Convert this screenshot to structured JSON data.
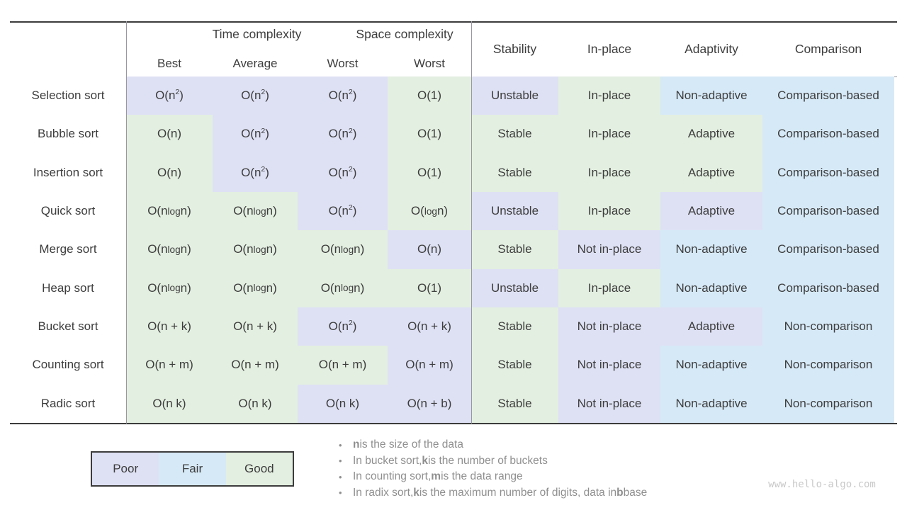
{
  "colors": {
    "poor": "#dee1f4",
    "fair": "#d6e9f7",
    "good": "#e3efe0",
    "rule_dark": "#3c3c3c",
    "rule_light": "#98989e",
    "text": "#3d3d3d",
    "note_text": "#8f8f8f",
    "watermark_text": "#c9c9c9"
  },
  "header": {
    "time_group": "Time complexity",
    "space_group": "Space complexity",
    "sub": [
      "Best",
      "Average",
      "Worst",
      "Worst"
    ],
    "right": [
      "Stability",
      "In-place",
      "Adaptivity",
      "Comparison"
    ]
  },
  "chart_data": {
    "type": "table",
    "title": "Comparison of sorting algorithms",
    "column_groups": [
      "Time complexity",
      "Space complexity"
    ],
    "columns": [
      "Best",
      "Average",
      "Worst",
      "Worst (space)",
      "Stability",
      "In-place",
      "Adaptivity",
      "Comparison"
    ],
    "rating_scale": [
      "Poor",
      "Fair",
      "Good"
    ],
    "rows": [
      {
        "label": "Selection sort",
        "cells": [
          {
            "text": "O(n^2)",
            "rating": "poor"
          },
          {
            "text": "O(n^2)",
            "rating": "poor"
          },
          {
            "text": "O(n^2)",
            "rating": "poor"
          },
          {
            "text": "O(1)",
            "rating": "good"
          },
          {
            "text": "Unstable",
            "rating": "poor"
          },
          {
            "text": "In-place",
            "rating": "good"
          },
          {
            "text": "Non-adaptive",
            "rating": "fair"
          },
          {
            "text": "Comparison-based",
            "rating": "fair"
          }
        ]
      },
      {
        "label": "Bubble sort",
        "cells": [
          {
            "text": "O(n)",
            "rating": "good"
          },
          {
            "text": "O(n^2)",
            "rating": "poor"
          },
          {
            "text": "O(n^2)",
            "rating": "poor"
          },
          {
            "text": "O(1)",
            "rating": "good"
          },
          {
            "text": "Stable",
            "rating": "good"
          },
          {
            "text": "In-place",
            "rating": "good"
          },
          {
            "text": "Adaptive",
            "rating": "good"
          },
          {
            "text": "Comparison-based",
            "rating": "fair"
          }
        ]
      },
      {
        "label": "Insertion sort",
        "cells": [
          {
            "text": "O(n)",
            "rating": "good"
          },
          {
            "text": "O(n^2)",
            "rating": "poor"
          },
          {
            "text": "O(n^2)",
            "rating": "poor"
          },
          {
            "text": "O(1)",
            "rating": "good"
          },
          {
            "text": "Stable",
            "rating": "good"
          },
          {
            "text": "In-place",
            "rating": "good"
          },
          {
            "text": "Adaptive",
            "rating": "good"
          },
          {
            "text": "Comparison-based",
            "rating": "fair"
          }
        ]
      },
      {
        "label": "Quick sort",
        "cells": [
          {
            "text": "O(n log n)",
            "rating": "good"
          },
          {
            "text": "O(n log n)",
            "rating": "good"
          },
          {
            "text": "O(n^2)",
            "rating": "poor"
          },
          {
            "text": "O(log n)",
            "rating": "good"
          },
          {
            "text": "Unstable",
            "rating": "poor"
          },
          {
            "text": "In-place",
            "rating": "good"
          },
          {
            "text": "Adaptive",
            "rating": "poor"
          },
          {
            "text": "Comparison-based",
            "rating": "fair"
          }
        ]
      },
      {
        "label": "Merge sort",
        "cells": [
          {
            "text": "O(n log n)",
            "rating": "good"
          },
          {
            "text": "O(n log n)",
            "rating": "good"
          },
          {
            "text": "O(n log n)",
            "rating": "good"
          },
          {
            "text": "O(n)",
            "rating": "poor"
          },
          {
            "text": "Stable",
            "rating": "good"
          },
          {
            "text": "Not in-place",
            "rating": "poor"
          },
          {
            "text": "Non-adaptive",
            "rating": "fair"
          },
          {
            "text": "Comparison-based",
            "rating": "fair"
          }
        ]
      },
      {
        "label": "Heap sort",
        "cells": [
          {
            "text": "O(n log n)",
            "rating": "good"
          },
          {
            "text": "O(n log n)",
            "rating": "good"
          },
          {
            "text": "O(n log n)",
            "rating": "good"
          },
          {
            "text": "O(1)",
            "rating": "good"
          },
          {
            "text": "Unstable",
            "rating": "poor"
          },
          {
            "text": "In-place",
            "rating": "good"
          },
          {
            "text": "Non-adaptive",
            "rating": "fair"
          },
          {
            "text": "Comparison-based",
            "rating": "fair"
          }
        ]
      },
      {
        "label": "Bucket sort",
        "cells": [
          {
            "text": "O(n + k)",
            "rating": "good"
          },
          {
            "text": "O(n + k)",
            "rating": "good"
          },
          {
            "text": "O(n^2)",
            "rating": "poor"
          },
          {
            "text": "O(n + k)",
            "rating": "poor"
          },
          {
            "text": "Stable",
            "rating": "good"
          },
          {
            "text": "Not in-place",
            "rating": "poor"
          },
          {
            "text": "Adaptive",
            "rating": "poor"
          },
          {
            "text": "Non-comparison",
            "rating": "fair"
          }
        ]
      },
      {
        "label": "Counting sort",
        "cells": [
          {
            "text": "O(n + m)",
            "rating": "good"
          },
          {
            "text": "O(n + m)",
            "rating": "good"
          },
          {
            "text": "O(n + m)",
            "rating": "good"
          },
          {
            "text": "O(n + m)",
            "rating": "poor"
          },
          {
            "text": "Stable",
            "rating": "good"
          },
          {
            "text": "Not in-place",
            "rating": "poor"
          },
          {
            "text": "Non-adaptive",
            "rating": "fair"
          },
          {
            "text": "Non-comparison",
            "rating": "fair"
          }
        ]
      },
      {
        "label": "Radic sort",
        "cells": [
          {
            "text": "O(n k)",
            "rating": "good"
          },
          {
            "text": "O(n k)",
            "rating": "good"
          },
          {
            "text": "O(n k)",
            "rating": "poor"
          },
          {
            "text": "O(n + b)",
            "rating": "poor"
          },
          {
            "text": "Stable",
            "rating": "good"
          },
          {
            "text": "Not in-place",
            "rating": "poor"
          },
          {
            "text": "Non-adaptive",
            "rating": "fair"
          },
          {
            "text": "Non-comparison",
            "rating": "fair"
          }
        ]
      }
    ]
  },
  "legend": {
    "items": [
      {
        "label": "Poor",
        "rating": "poor"
      },
      {
        "label": "Fair",
        "rating": "fair"
      },
      {
        "label": "Good",
        "rating": "good"
      }
    ]
  },
  "notes": [
    [
      {
        "t": "n",
        "b": true
      },
      {
        "t": " is the size of the data",
        "b": false
      }
    ],
    [
      {
        "t": "In bucket sort, ",
        "b": false
      },
      {
        "t": "k",
        "b": true
      },
      {
        "t": " is the number of buckets",
        "b": false
      }
    ],
    [
      {
        "t": "In counting sort, ",
        "b": false
      },
      {
        "t": "m",
        "b": true
      },
      {
        "t": " is the data range",
        "b": false
      }
    ],
    [
      {
        "t": "In radix sort, ",
        "b": false
      },
      {
        "t": "k",
        "b": true
      },
      {
        "t": " is the maximum number of digits, data in ",
        "b": false
      },
      {
        "t": "b",
        "b": true
      },
      {
        "t": " base",
        "b": false
      }
    ]
  ],
  "watermark": "www.hello-algo.com"
}
